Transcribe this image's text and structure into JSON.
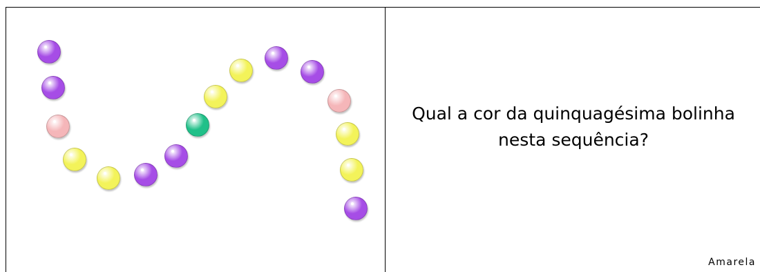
{
  "question": {
    "line1": "Qual a cor da quinquagésima bolinha",
    "line2": "nesta sequência?"
  },
  "answer": "Amarela",
  "colors": {
    "purple": "#a64de6",
    "pink": "#f5b6b9",
    "yellow": "#f3f35a",
    "green": "#21c089"
  },
  "sequence": [
    "purple",
    "purple",
    "pink",
    "yellow",
    "yellow",
    "purple",
    "purple",
    "green",
    "yellow",
    "yellow",
    "purple",
    "purple",
    "pink",
    "yellow",
    "yellow",
    "purple"
  ]
}
